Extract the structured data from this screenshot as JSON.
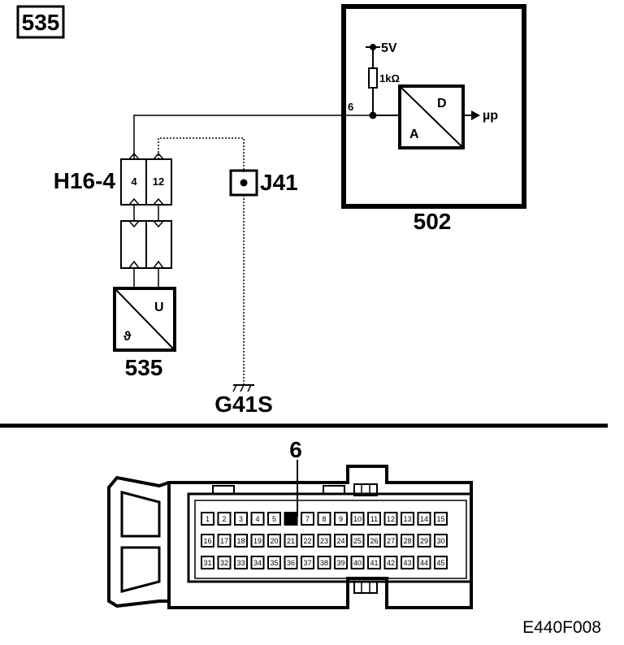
{
  "badge": "535",
  "ecu": {
    "id": "502",
    "supply": "5V",
    "resistor": "1kΩ",
    "pin": "6",
    "adc_d": "D",
    "adc_a": "A",
    "output": "µp"
  },
  "connector": {
    "id": "H16-4",
    "pin_a": "4",
    "pin_b": "12"
  },
  "splice": {
    "id": "J41"
  },
  "sensor": {
    "id": "535",
    "out": "U",
    "in": "ϑ"
  },
  "ground": {
    "id": "G41S"
  },
  "plug": {
    "pin_callout": "6",
    "highlighted_pin": 6,
    "rows": [
      [
        "1",
        "2",
        "3",
        "4",
        "5",
        "6",
        "7",
        "8",
        "9",
        "10",
        "11",
        "12",
        "13",
        "14",
        "15"
      ],
      [
        "16",
        "17",
        "18",
        "19",
        "20",
        "21",
        "22",
        "23",
        "24",
        "25",
        "26",
        "27",
        "28",
        "29",
        "30"
      ],
      [
        "31",
        "32",
        "33",
        "34",
        "35",
        "36",
        "37",
        "38",
        "39",
        "40",
        "41",
        "42",
        "43",
        "44",
        "45"
      ]
    ]
  },
  "figure_code": "E440F008"
}
